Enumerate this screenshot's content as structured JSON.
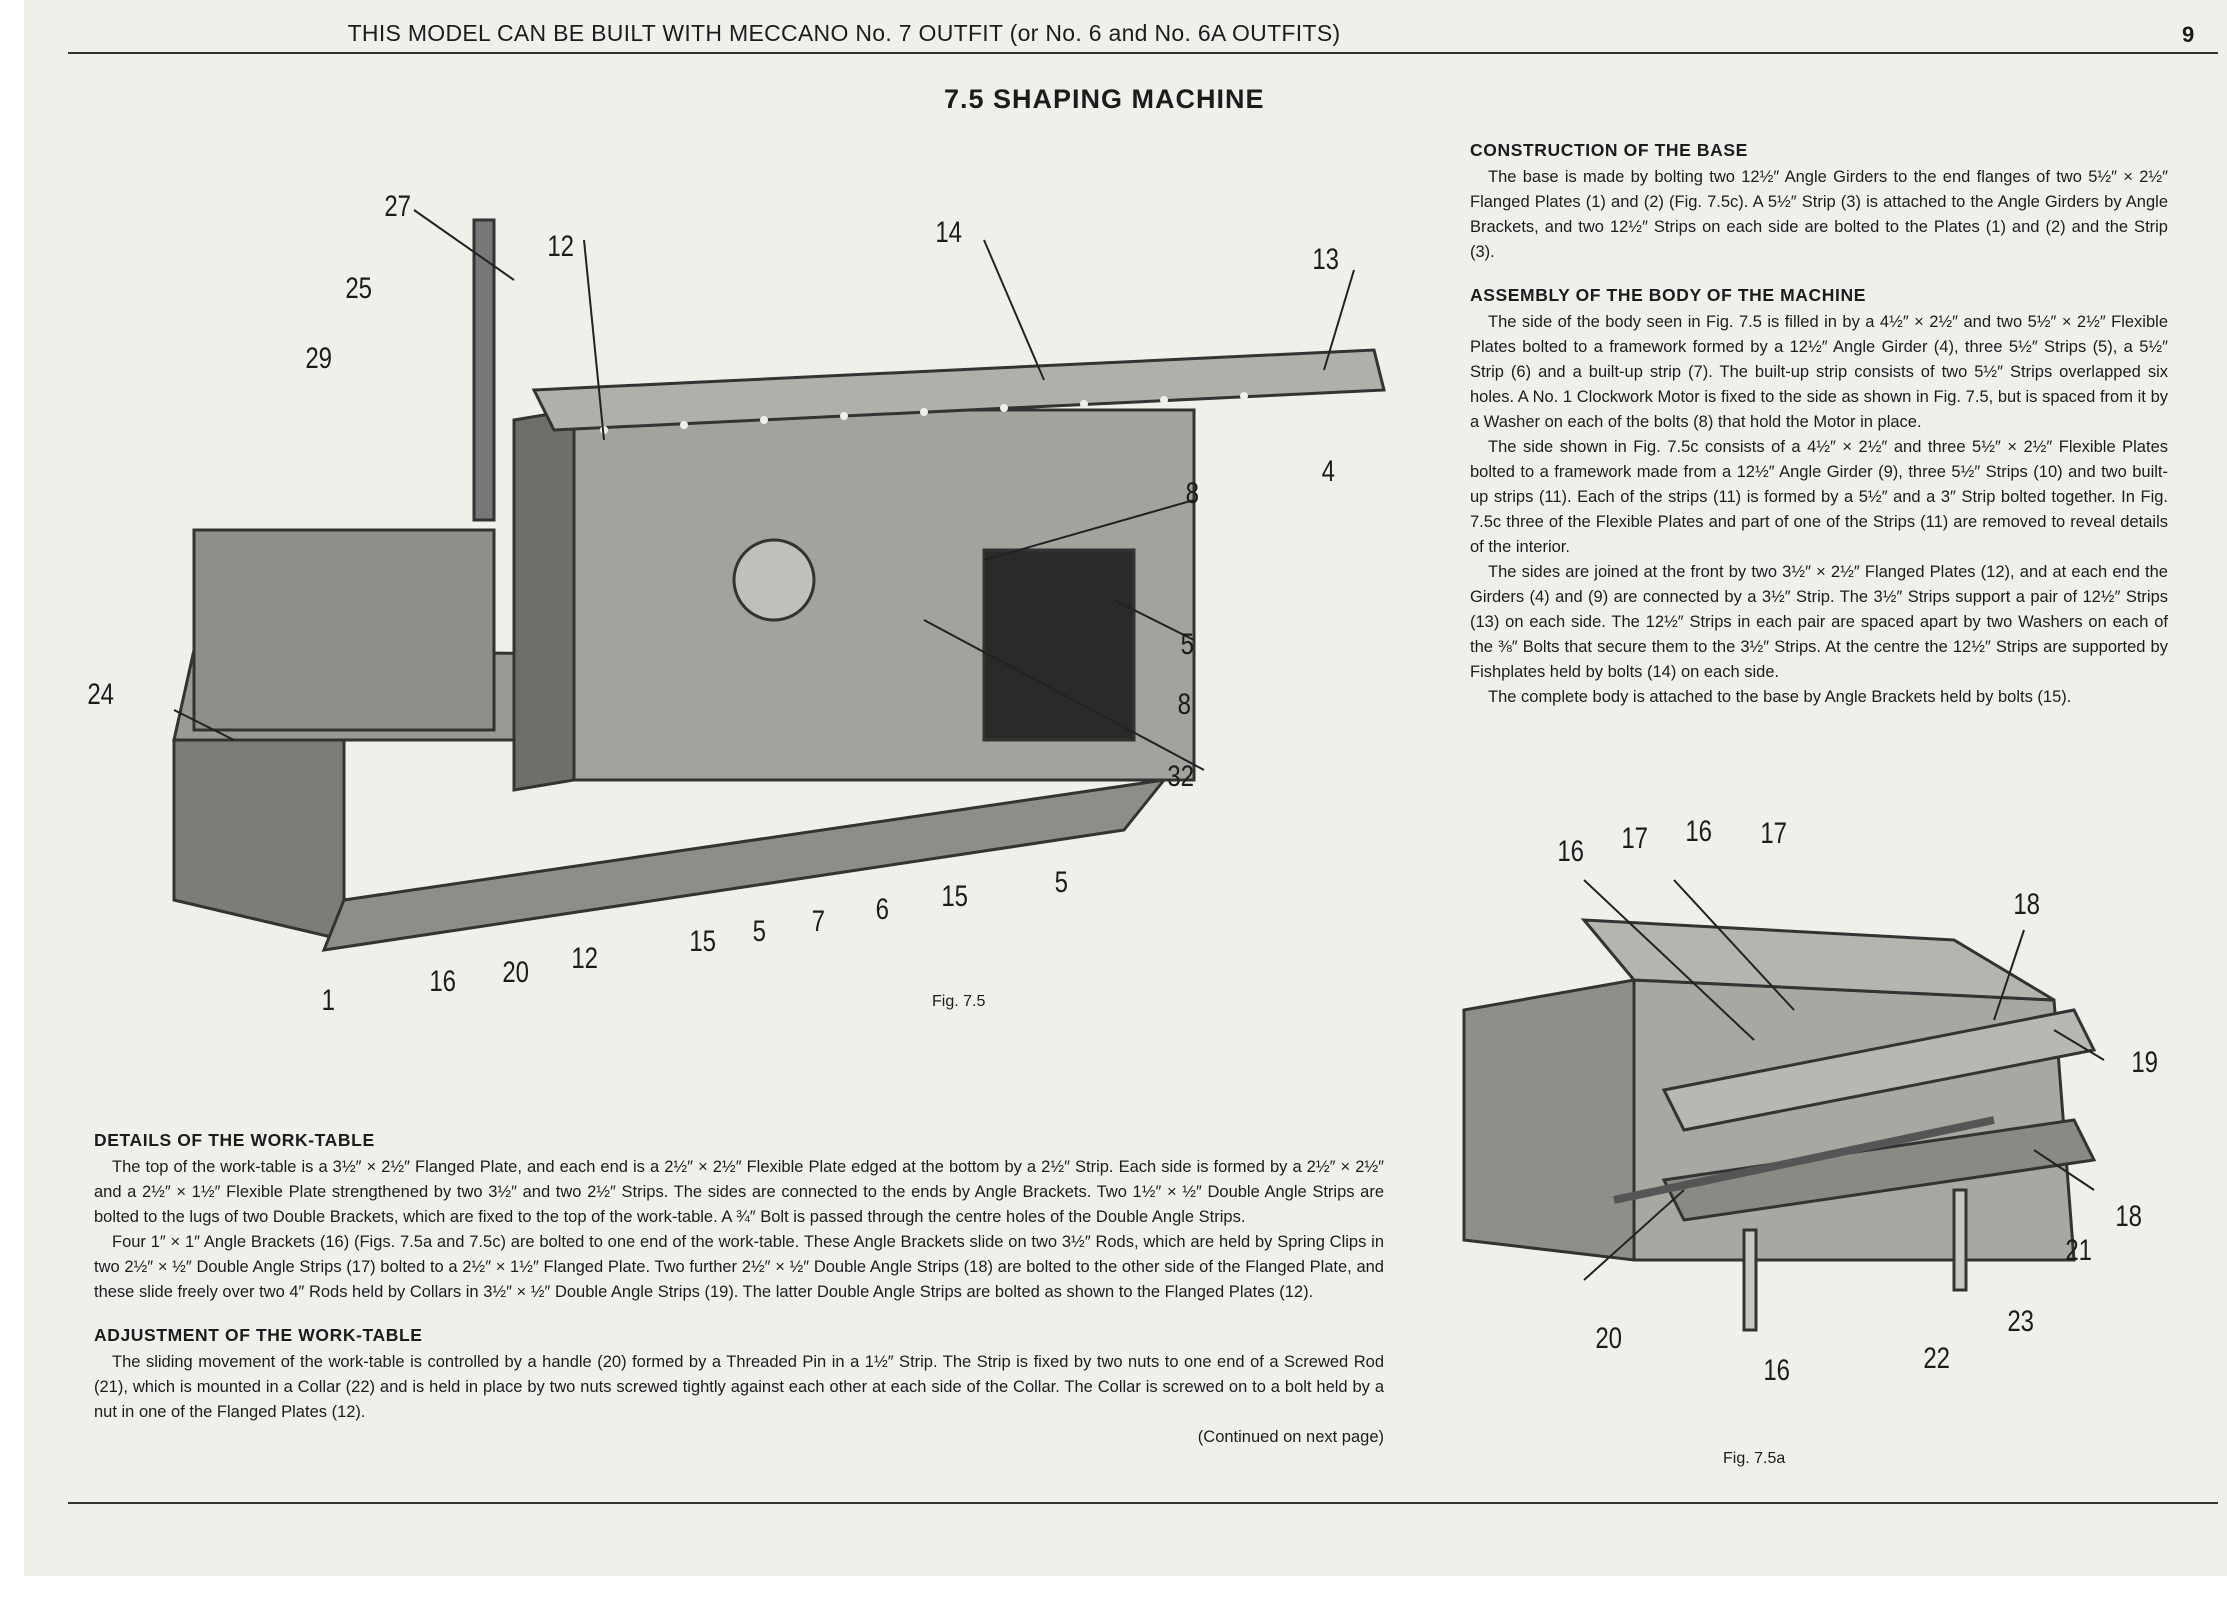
{
  "header": {
    "text": "THIS MODEL CAN BE BUILT WITH MECCANO No. 7 OUTFIT (or No. 6 and No. 6A OUTFITS)",
    "page_number": "9"
  },
  "title": "7.5  SHAPING MACHINE",
  "sections": {
    "base": {
      "heading": "CONSTRUCTION OF THE BASE",
      "paragraphs": [
        "The base is made by bolting two 12½″ Angle Girders to the end flanges of two 5½″ × 2½″ Flanged Plates (1) and (2) (Fig. 7.5c). A 5½″ Strip (3) is attached to the Angle Girders by Angle Brackets, and two 12½″ Strips on each side are bolted to the Plates (1) and (2) and the Strip (3)."
      ]
    },
    "body": {
      "heading": "ASSEMBLY OF THE BODY OF THE MACHINE",
      "paragraphs": [
        "The side of the body seen in Fig. 7.5 is filled in by a 4½″ × 2½″ and two 5½″ × 2½″ Flexible Plates bolted to a framework formed by a 12½″ Angle Girder (4), three 5½″ Strips (5), a 5½″ Strip (6) and a built-up strip (7). The built-up strip consists of two 5½″ Strips overlapped six holes. A No. 1 Clockwork Motor is fixed to the side as shown in Fig. 7.5, but is spaced from it by a Washer on each of the bolts (8) that hold the Motor in place.",
        "The side shown in Fig. 7.5c consists of a 4½″ × 2½″ and three 5½″ × 2½″ Flexible Plates bolted to a framework made from a 12½″ Angle Girder (9), three 5½″ Strips (10) and two built-up strips (11). Each of the strips (11) is formed by a 5½″ and a 3″ Strip bolted together. In Fig. 7.5c three of the Flexible Plates and part of one of the Strips (11) are removed to reveal details of the interior.",
        "The sides are joined at the front by two 3½″ × 2½″ Flanged Plates (12), and at each end the Girders (4) and (9) are connected by a 3½″ Strip. The 3½″ Strips support a pair of 12½″ Strips (13) on each side. The 12½″ Strips in each pair are spaced apart by two Washers on each of the ⅜″ Bolts that secure them to the 3½″ Strips. At the centre the 12½″ Strips are supported by Fishplates held by bolts (14) on each side.",
        "The complete body is attached to the base by Angle Brackets held by bolts (15)."
      ]
    },
    "worktable": {
      "heading": "DETAILS OF THE WORK-TABLE",
      "paragraphs": [
        "The top of the work-table is a 3½″ × 2½″ Flanged Plate, and each end is a 2½″ × 2½″ Flexible Plate edged at the bottom by a 2½″ Strip. Each side is formed by a 2½″ × 2½″ and a 2½″ × 1½″ Flexible Plate strengthened by two 3½″ and two 2½″ Strips. The sides are connected to the ends by Angle Brackets. Two 1½″ × ½″ Double Angle Strips are bolted to the lugs of two Double Brackets, which are fixed to the top of the work-table. A ¾″ Bolt is passed through the centre holes of the Double Angle Strips.",
        "Four 1″ × 1″ Angle Brackets (16) (Figs. 7.5a and 7.5c) are bolted to one end of the work-table. These Angle Brackets slide on two 3½″ Rods, which are held by Spring Clips in two 2½″ × ½″ Double Angle Strips (17) bolted to a 2½″ × 1½″ Flanged Plate. Two further 2½″ × ½″ Double Angle Strips (18) are bolted to the other side of the Flanged Plate, and these slide freely over two 4″ Rods held by Collars in 3½″ × ½″ Double Angle Strips (19). The latter Double Angle Strips are bolted as shown to the Flanged Plates (12)."
      ]
    },
    "adjustment": {
      "heading": "ADJUSTMENT OF THE WORK-TABLE",
      "paragraphs": [
        "The sliding movement of the work-table is controlled by a handle (20) formed by a Threaded Pin in a 1½″ Strip. The Strip is fixed by two nuts to one end of a Screwed Rod (21), which is mounted in a Collar (22) and is held in place by two nuts screwed tightly against each other at each side of  the Collar. The Collar is screwed on to a bolt held by a nut in one of the Flanged Plates (12)."
      ],
      "continued": "(Continued on next page)"
    }
  },
  "fig75": {
    "caption": "Fig. 7.5",
    "labels": [
      "27",
      "12",
      "25",
      "29",
      "14",
      "13",
      "4",
      "8",
      "5",
      "8",
      "32",
      "24",
      "1",
      "16",
      "20",
      "12",
      "15",
      "5",
      "7",
      "6",
      "15",
      "5"
    ]
  },
  "fig75a": {
    "caption": "Fig. 7.5a",
    "labels": [
      "16",
      "17",
      "16",
      "17",
      "18",
      "19",
      "18",
      "21",
      "23",
      "20",
      "22",
      "16"
    ]
  }
}
